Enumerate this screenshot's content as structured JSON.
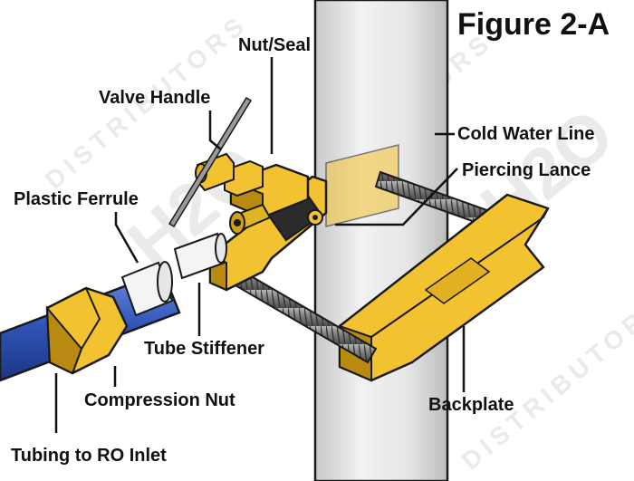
{
  "figure_title": "Figure 2-A",
  "watermark": {
    "brand": "H2O",
    "text": "DISTRIBUTORS"
  },
  "labels": {
    "nut_seal": "Nut/Seal",
    "valve_handle": "Valve Handle",
    "cold_water_line": "Cold Water Line",
    "piercing_lance": "Piercing Lance",
    "plastic_ferrule": "Plastic Ferrule",
    "tube_stiffener": "Tube Stiffener",
    "compression_nut": "Compression Nut",
    "backplate": "Backplate",
    "tubing_to_ro_inlet": "Tubing to RO Inlet"
  },
  "colors": {
    "brass_yellow": "#f2c230",
    "brass_shadow": "#b88a12",
    "pipe_gray": "#e4e4e4",
    "tubing_blue": "#2f54b8",
    "ferrule_white": "#f4f4f4",
    "rod_gray": "#8a8a8a",
    "outline": "#1a1a1a"
  }
}
